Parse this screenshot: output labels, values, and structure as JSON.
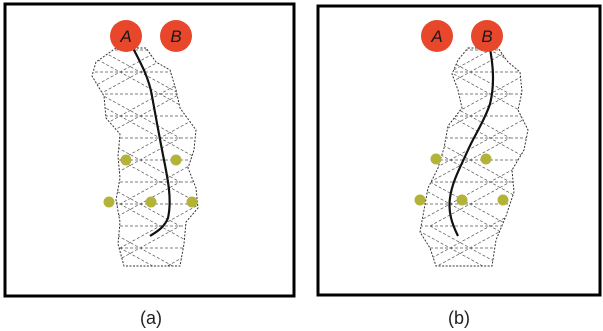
{
  "panels": [
    {
      "caption": "(a)",
      "markers": [
        {
          "label": "A",
          "color": "#e8472b"
        },
        {
          "label": "B",
          "color": "#e8472b"
        }
      ],
      "path_starts_at": "A"
    },
    {
      "caption": "(b)",
      "markers": [
        {
          "label": "A",
          "color": "#e8472b"
        },
        {
          "label": "B",
          "color": "#e8472b"
        }
      ],
      "path_starts_at": "B"
    }
  ],
  "colors": {
    "marker": "#e8472b",
    "obstacle_dot": "#b3b33a",
    "path": "#111111",
    "mesh": "#555555",
    "frame": "#000000"
  },
  "icons": [
    "robot-marker-icon",
    "obstacle-dot-icon"
  ]
}
